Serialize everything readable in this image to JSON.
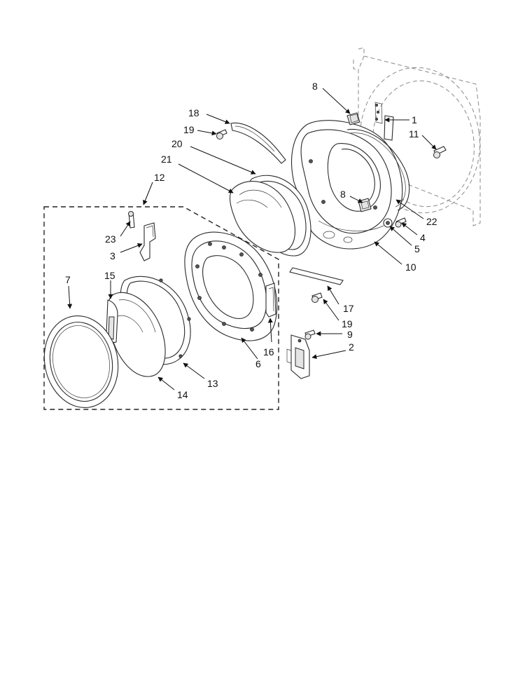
{
  "callouts": [
    {
      "id": "c1",
      "text": "1"
    },
    {
      "id": "c2",
      "text": "2"
    },
    {
      "id": "c3",
      "text": "3"
    },
    {
      "id": "c4",
      "text": "4"
    },
    {
      "id": "c5",
      "text": "5"
    },
    {
      "id": "c6",
      "text": "6"
    },
    {
      "id": "c7",
      "text": "7"
    },
    {
      "id": "c8a",
      "text": "8"
    },
    {
      "id": "c8b",
      "text": "8"
    },
    {
      "id": "c9",
      "text": "9"
    },
    {
      "id": "c10",
      "text": "10"
    },
    {
      "id": "c11",
      "text": "11"
    },
    {
      "id": "c12",
      "text": "12"
    },
    {
      "id": "c13",
      "text": "13"
    },
    {
      "id": "c14",
      "text": "14"
    },
    {
      "id": "c15",
      "text": "15"
    },
    {
      "id": "c16",
      "text": "16"
    },
    {
      "id": "c17",
      "text": "17"
    },
    {
      "id": "c18",
      "text": "18"
    },
    {
      "id": "c19a",
      "text": "19"
    },
    {
      "id": "c19b",
      "text": "19"
    },
    {
      "id": "c20",
      "text": "20"
    },
    {
      "id": "c21",
      "text": "21"
    },
    {
      "id": "c22",
      "text": "22"
    },
    {
      "id": "c23",
      "text": "23"
    }
  ]
}
